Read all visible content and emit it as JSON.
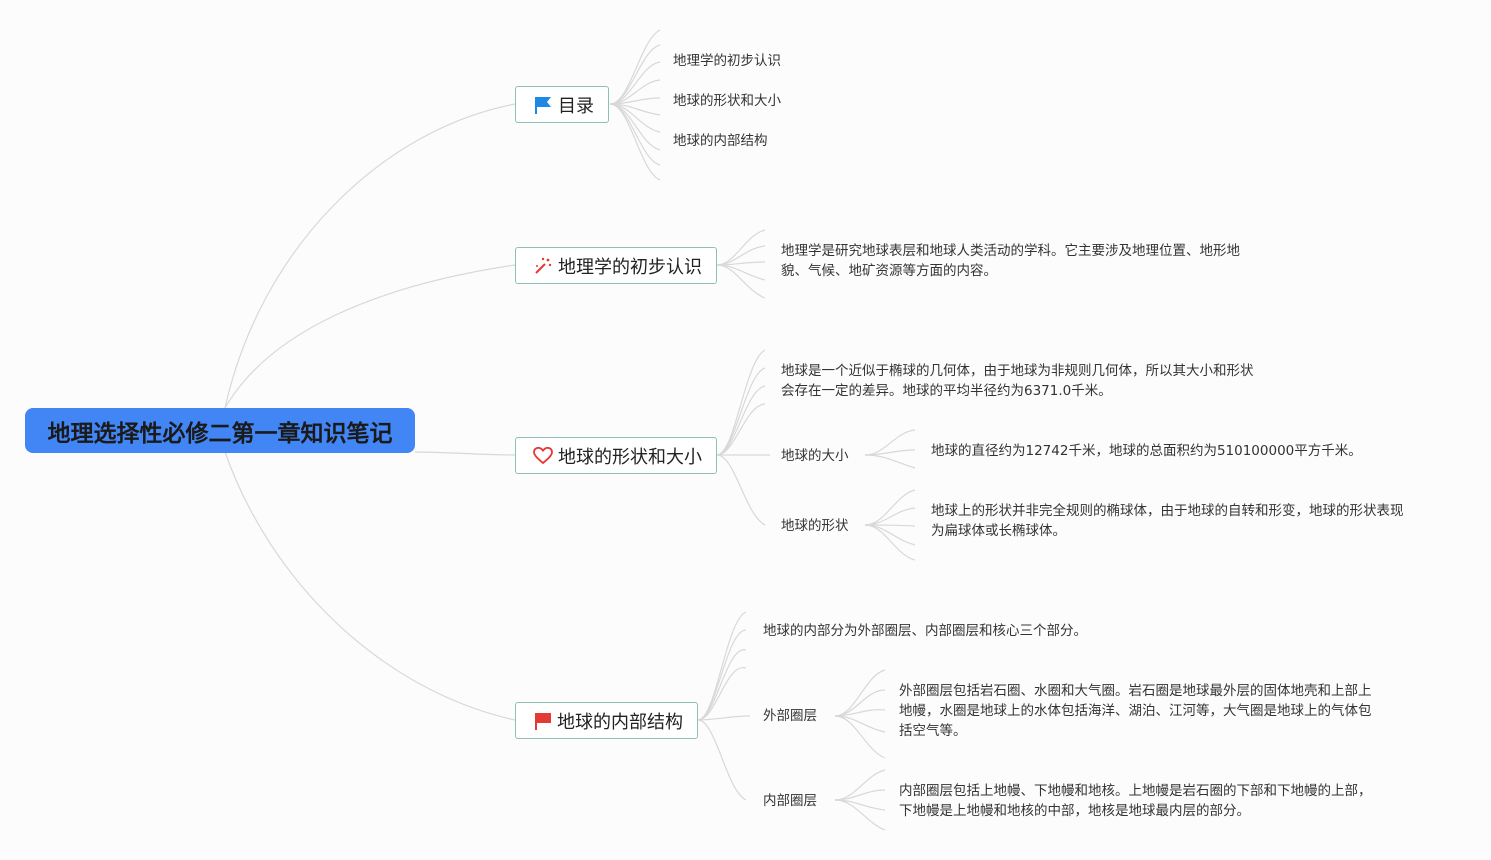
{
  "root": {
    "title": "地理选择性必修二第一章知识笔记"
  },
  "topics": {
    "toc": {
      "label": "目录",
      "icon": "blue-flag-icon",
      "items": [
        "地理学的初步认识",
        "地球的形状和大小",
        "地球的内部结构"
      ]
    },
    "geography_intro": {
      "label": "地理学的初步认识",
      "icon": "sparkle-wand-icon",
      "note_line1": "地理学是研究地球表层和地球人类活动的学科。它主要涉及地理位置、地形地",
      "note_line2": "貌、气候、地矿资源等方面的内容。"
    },
    "shape_size": {
      "label": "地球的形状和大小",
      "icon": "heart-outline-icon",
      "note_line1": "地球是一个近似于椭球的几何体，由于地球为非规则几何体，所以其大小和形状",
      "note_line2": "会存在一定的差异。地球的平均半径约为6371.0千米。",
      "size_label": "地球的大小",
      "size_note": "地球的直径约为12742千米，地球的总面积约为510100000平方千米。",
      "shape_label": "地球的形状",
      "shape_note_line1": "地球上的形状并非完全规则的椭球体，由于地球的自转和形变，地球的形状表现",
      "shape_note_line2": "为扁球体或长椭球体。"
    },
    "structure": {
      "label": "地球的内部结构",
      "icon": "red-flag-icon",
      "note": "地球的内部分为外部圈层、内部圈层和核心三个部分。",
      "outer_label": "外部圈层",
      "outer_note_line1": "外部圈层包括岩石圈、水圈和大气圈。岩石圈是地球最外层的固体地壳和上部上",
      "outer_note_line2": "地幔，水圈是地球上的水体包括海洋、湖泊、江河等，大气圈是地球上的气体包",
      "outer_note_line3": "括空气等。",
      "inner_label": "内部圈层",
      "inner_note_line1": "内部圈层包括上地幔、下地幔和地核。上地幔是岩石圈的下部和下地幔的上部，",
      "inner_note_line2": "下地幔是上地幔和地核的中部，地核是地球最内层的部分。"
    }
  },
  "colors": {
    "root_fill": "#4285f4",
    "topic_border": "#8fbfb7",
    "connector": "#d8d8d8",
    "blue_flag": "#1e88e5",
    "red_flag": "#e53935"
  }
}
